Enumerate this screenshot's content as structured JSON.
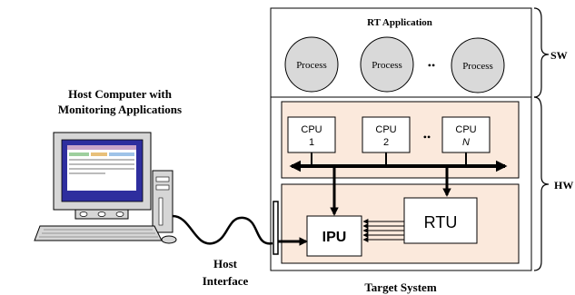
{
  "rt_application": {
    "title": "RT Application",
    "processes": [
      "Process",
      "Process",
      "Process"
    ],
    "ellipsis": "••"
  },
  "hardware": {
    "cpus": [
      {
        "label": "CPU",
        "index": "1"
      },
      {
        "label": "CPU",
        "index": "2"
      },
      {
        "label": "CPU",
        "index": "N"
      }
    ],
    "ellipsis": "••",
    "ipu": "IPU",
    "rtu": "RTU"
  },
  "braces": {
    "sw": "SW",
    "hw": "HW"
  },
  "host": {
    "title_line1": "Host Computer with",
    "title_line2": "Monitoring Applications",
    "interface_line1": "Host",
    "interface_line2": "Interface"
  },
  "target": {
    "label": "Target System"
  },
  "colors": {
    "panel_fill": "#fbe9dc",
    "process_fill": "#d9d9d9",
    "screen_bg": "#2e2e9e",
    "line": "#000000"
  }
}
